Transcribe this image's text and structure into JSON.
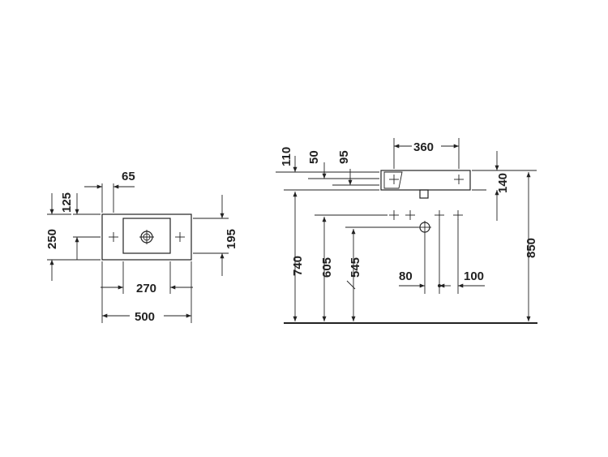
{
  "top_view": {
    "dim_65": "65",
    "dim_125": "125",
    "dim_250": "250",
    "dim_195": "195",
    "dim_270": "270",
    "dim_500": "500"
  },
  "front_view": {
    "dim_110": "110",
    "dim_50": "50",
    "dim_95": "95",
    "dim_360": "360",
    "dim_140": "140",
    "dim_740": "740",
    "dim_605": "605",
    "dim_545": "545",
    "dim_80": "80",
    "dim_100": "100",
    "dim_850": "850"
  }
}
